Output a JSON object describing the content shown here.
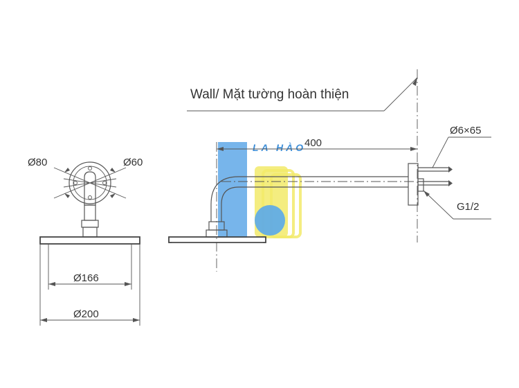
{
  "labels": {
    "wall": "Wall/ Mặt tường hoàn thiện",
    "length": "400",
    "bolt": "Ø6×65",
    "thread": "G1/2",
    "flange_outer": "Ø80",
    "flange_inner": "Ø60",
    "face_inner": "Ø166",
    "face_outer": "Ø200"
  },
  "watermark": {
    "text": "LA HÀO",
    "colors": {
      "blue": "#5fa8e8",
      "yellow": "#f2ea6a",
      "circle": "#5aa8ea",
      "text": "#3f8fd8"
    }
  }
}
